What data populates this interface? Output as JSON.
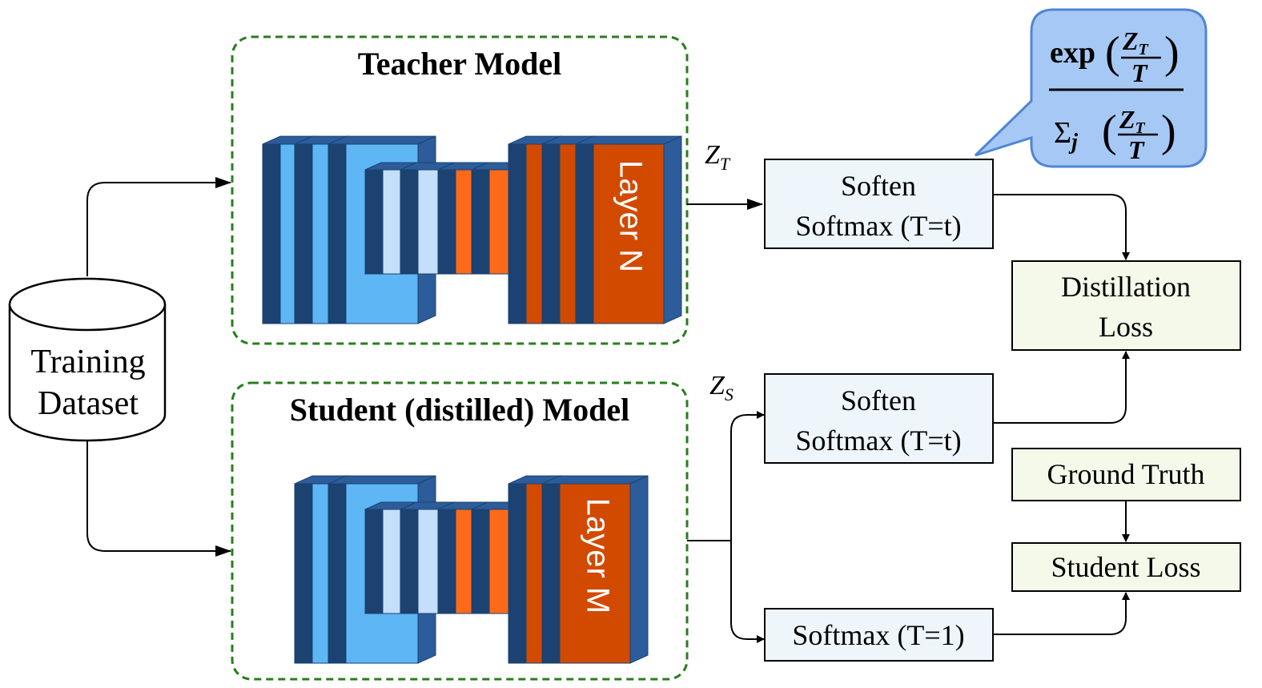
{
  "dataset": {
    "line1": "Training",
    "line2": "Dataset"
  },
  "teacher": {
    "title": "Teacher Model",
    "last_layer": "Layer N"
  },
  "student": {
    "title": "Student (distilled) Model",
    "last_layer": "Layer M"
  },
  "logits": {
    "teacher_main": "Z",
    "teacher_sub": "T",
    "student_main": "Z",
    "student_sub": "S"
  },
  "boxes": {
    "soften_teacher": {
      "line1": "Soften",
      "line2": "Softmax (T=t)"
    },
    "soften_student": {
      "line1": "Soften",
      "line2": "Softmax (T=t)"
    },
    "softmax_student": "Softmax (T=1)",
    "distillation_loss": {
      "line1": "Distillation",
      "line2": "Loss"
    },
    "ground_truth": "Ground Truth",
    "student_loss": "Student Loss"
  },
  "formula": {
    "exp": "exp",
    "sum": "Σ",
    "sum_sub": "j",
    "z": "Z",
    "z_sub": "T",
    "t": "T"
  },
  "colors": {
    "layer_dark": "#1b4270",
    "layer_side": "#2c5c9a",
    "layer_light_blue": "#5eb6f5",
    "layer_pale": "#c4dffa",
    "layer_orange": "#ff6a1a",
    "layer_red": "#d24a00",
    "dashed_green": "#2a7d1e",
    "box_blue_fill": "#eef6fb",
    "box_green_fill": "#f5f9ea",
    "callout_fill": "#a6c8f4",
    "callout_stroke": "#4f86d6"
  }
}
